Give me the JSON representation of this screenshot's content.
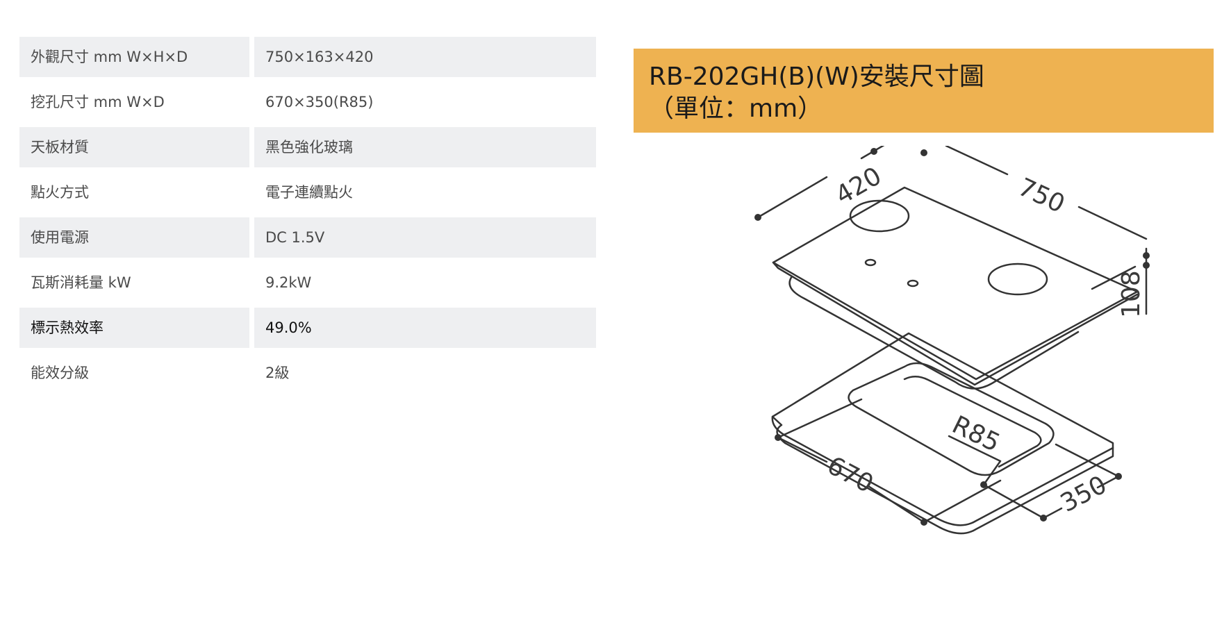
{
  "specs": [
    {
      "label": "外觀尺寸 mm W×H×D",
      "value": "750×163×420"
    },
    {
      "label": "挖孔尺寸 mm W×D",
      "value": "670×350(R85)"
    },
    {
      "label": "天板材質",
      "value": "黑色強化玻璃"
    },
    {
      "label": "點火方式",
      "value": "電子連續點火"
    },
    {
      "label": "使用電源",
      "value": "DC 1.5V"
    },
    {
      "label": "瓦斯消耗量 kW",
      "value": "9.2kW"
    },
    {
      "label": "標示熱效率",
      "value": "49.0%"
    },
    {
      "label": "能效分級",
      "value": "2級"
    }
  ],
  "drawing": {
    "title_line1": "RB-202GH(B)(W)安裝尺寸圖",
    "title_line2": "（單位：mm）",
    "dims": {
      "depth": "420",
      "width": "750",
      "height": "108",
      "cut_width": "670",
      "cut_depth": "350",
      "radius": "R85"
    }
  }
}
